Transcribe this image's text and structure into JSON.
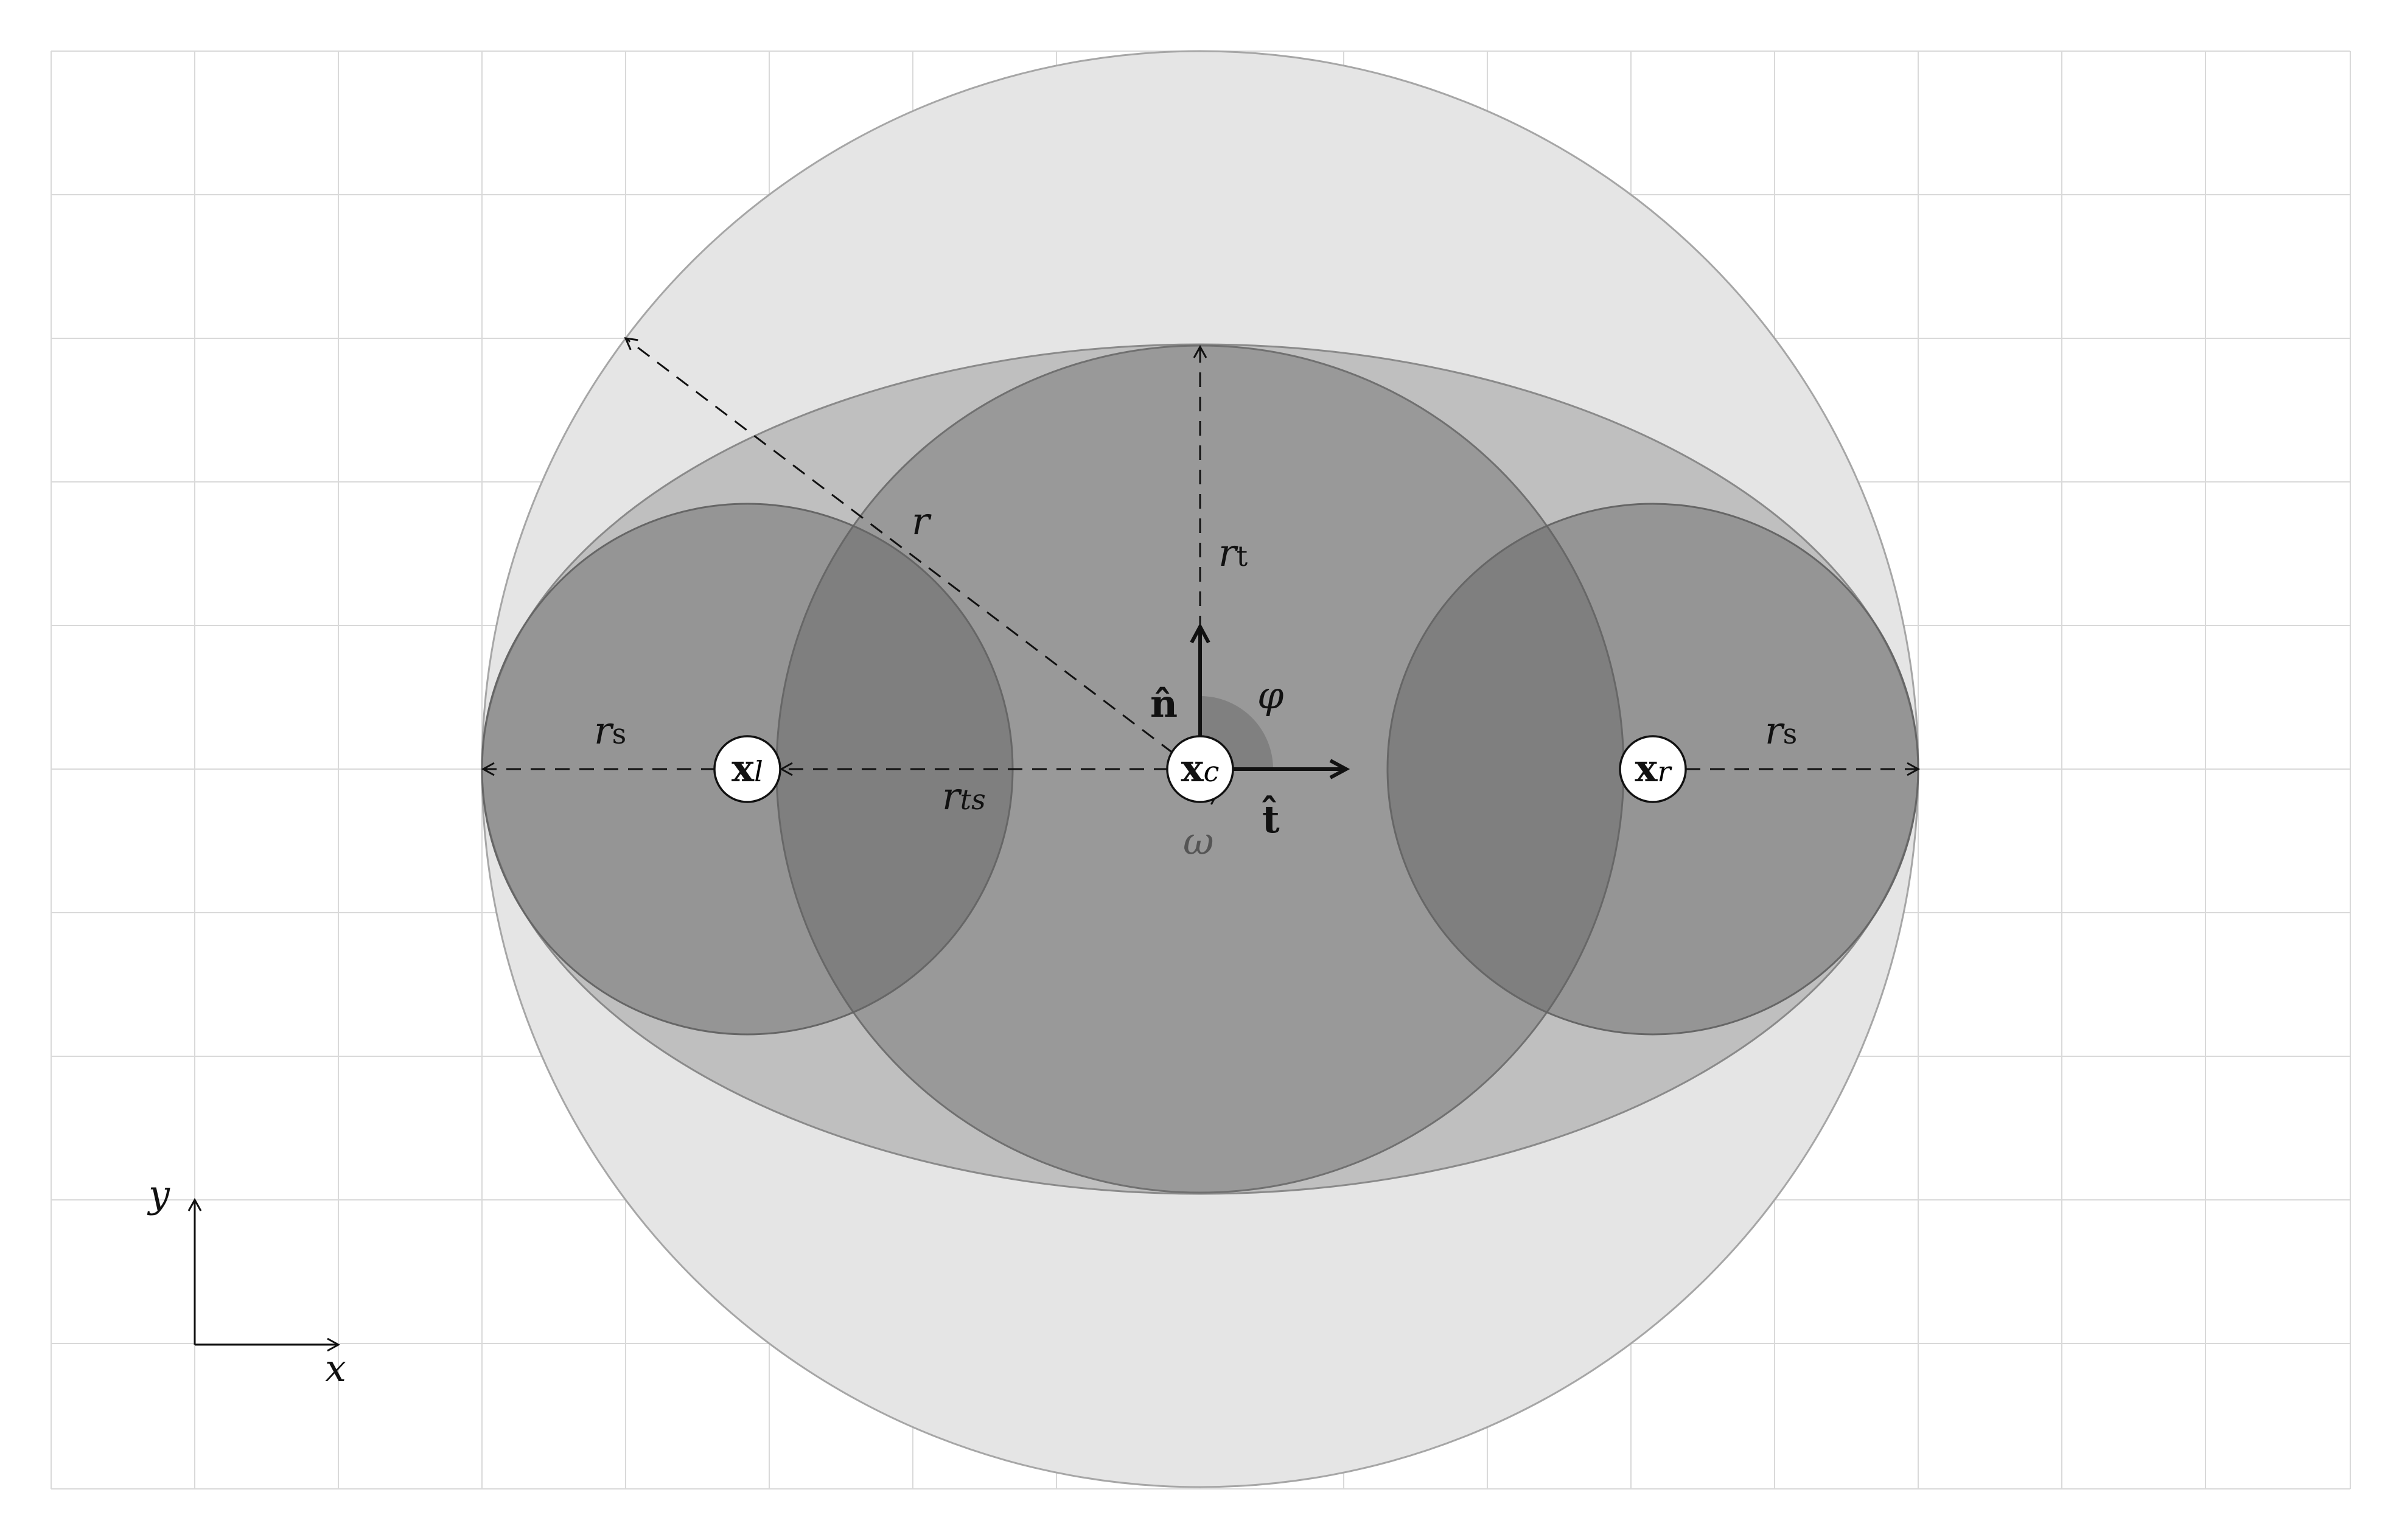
{
  "labels": {
    "r": "r",
    "r_t": "r",
    "r_t_sub": "t",
    "r_s": "r",
    "r_s_sub": "s",
    "r_ts": "r",
    "r_ts_sub": "ts",
    "n_hat": "n̂",
    "t_hat": "t̂",
    "phi": "φ",
    "omega": "ω",
    "x": "x",
    "x_sub_c": "c",
    "x_sub_l": "l",
    "x_sub_r": "r",
    "axis_x": "x",
    "axis_y": "y"
  },
  "colors": {
    "outer_circle": "#e5e5e5",
    "ellipse": "#a8a8a8",
    "disks": "#7a7a7a",
    "grid": "#d9d9d9",
    "ink": "#111111"
  }
}
